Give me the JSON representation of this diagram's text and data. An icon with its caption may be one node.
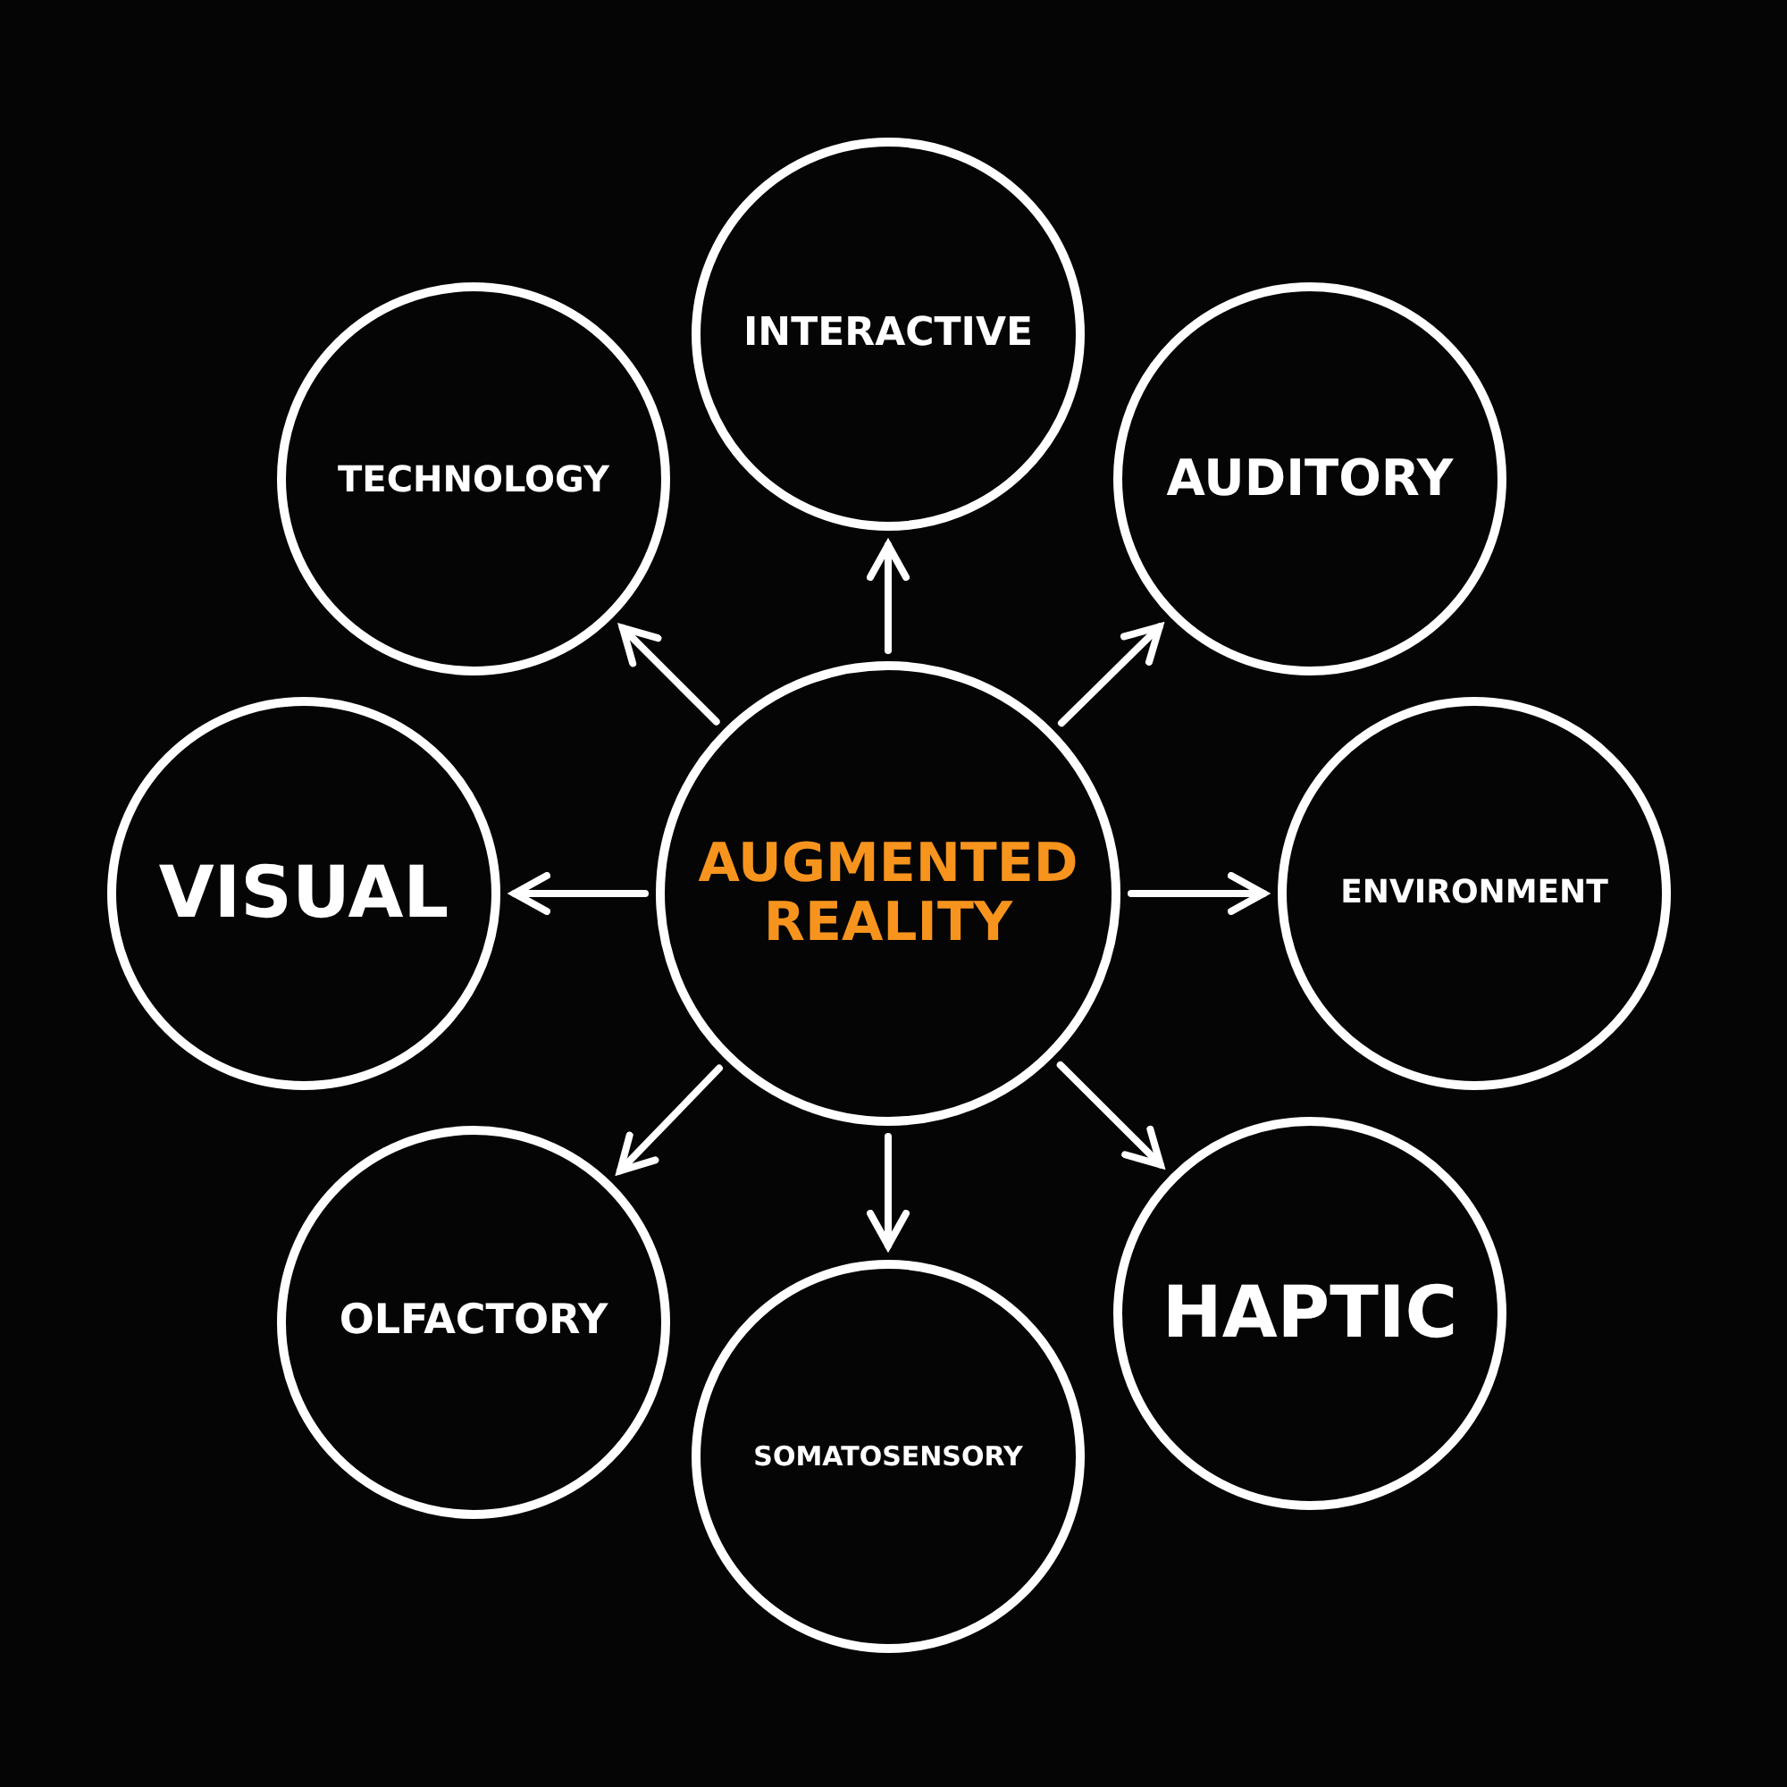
{
  "diagram": {
    "nodes": [
      {
        "text": [
          "AUGMENTED REALITY"
        ]
      },
      {
        "text": [
          "INTERACTIVE"
        ]
      },
      {
        "text": [
          "AUDITORY"
        ]
      },
      {
        "text": [
          "ENVIRONMENT"
        ]
      },
      {
        "text": [
          "HAPTIC"
        ]
      },
      {
        "text": [
          "SOMATOSENSORY"
        ]
      },
      {
        "text": [
          "OLFACTORY"
        ]
      },
      {
        "text": [
          "VISUAL"
        ]
      },
      {
        "text": [
          "TECHNOLOGY"
        ]
      }
    ],
    "edges": [
      {
        "from": 0,
        "to": 1,
        "arrow": "to"
      },
      {
        "from": 0,
        "to": 2,
        "arrow": "to"
      },
      {
        "from": 0,
        "to": 3,
        "arrow": "to"
      },
      {
        "from": 0,
        "to": 4,
        "arrow": "to"
      },
      {
        "from": 0,
        "to": 5,
        "arrow": "to"
      },
      {
        "from": 0,
        "to": 6,
        "arrow": "to"
      },
      {
        "from": 0,
        "to": 7,
        "arrow": "to"
      },
      {
        "from": 0,
        "to": 8,
        "arrow": "to"
      }
    ]
  }
}
